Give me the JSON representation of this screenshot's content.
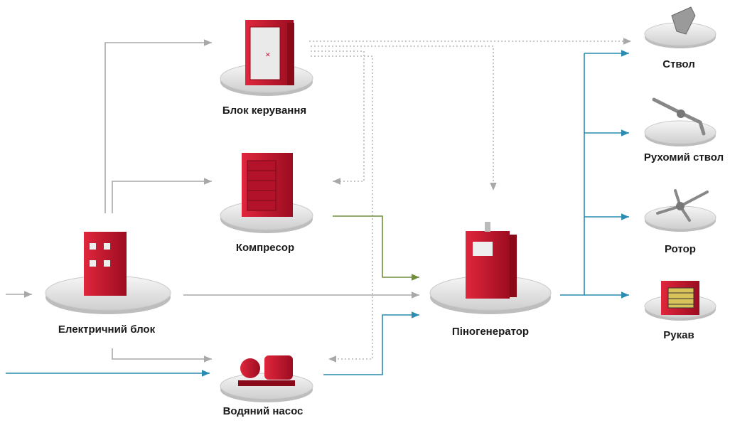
{
  "nodes": {
    "control_unit": {
      "label": "Блок керування"
    },
    "compressor": {
      "label": "Компресор"
    },
    "electric_unit": {
      "label": "Електричний блок"
    },
    "water_pump": {
      "label": "Водяний насос"
    },
    "foam_generator": {
      "label": "Піногенератор"
    },
    "nozzle": {
      "label": "Ствол"
    },
    "movable_nozzle": {
      "label": "Рухомий ствол"
    },
    "rotor": {
      "label": "Ротор"
    },
    "hose": {
      "label": "Рукав"
    }
  },
  "colors": {
    "power": "#a8a8a8",
    "control": "#b5b5b5",
    "air": "#6f8f3c",
    "water": "#2a8cb0",
    "equipment_red": "#c8102e",
    "platform": "#e6e6e6"
  }
}
